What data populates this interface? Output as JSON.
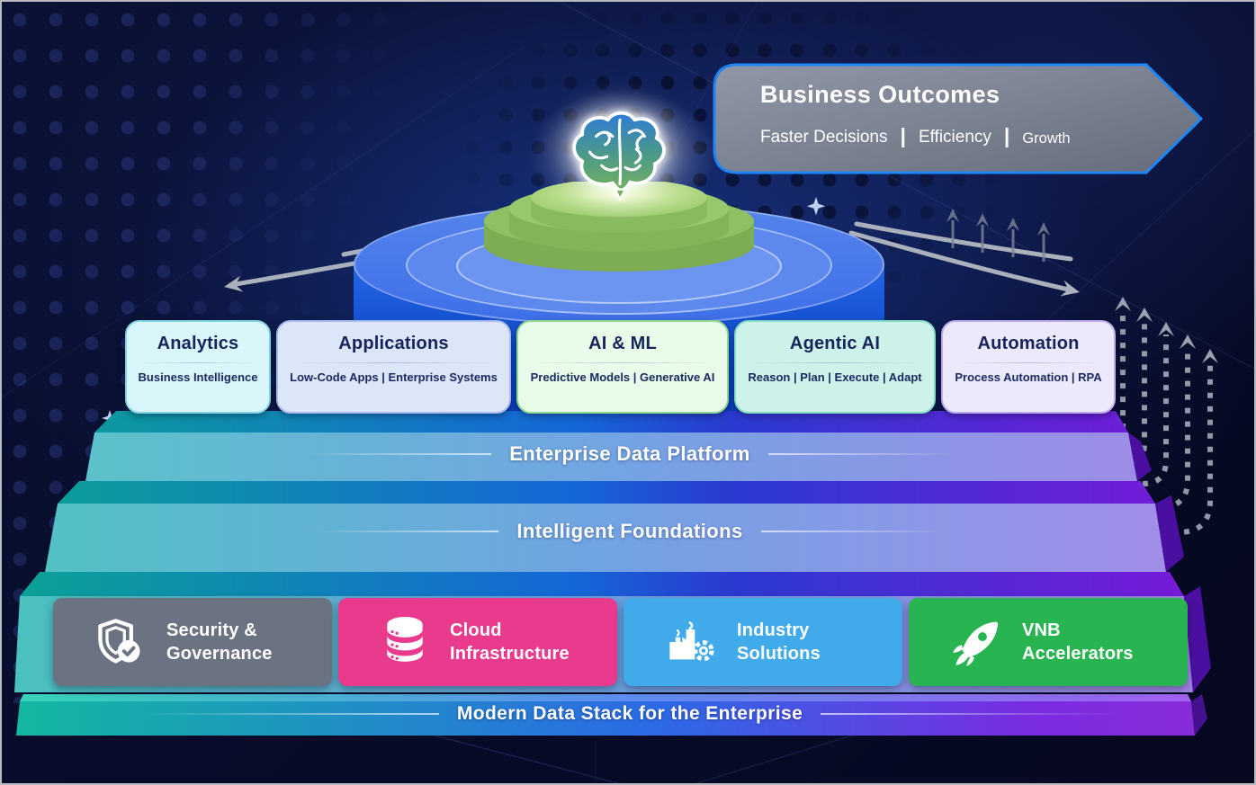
{
  "banner": {
    "title": "Business Outcomes",
    "separator": "|",
    "items": [
      "Faster Decisions",
      "Efficiency",
      "Growth"
    ],
    "border_color": "#1e86f5",
    "fill_color": "#8f95a3"
  },
  "brain": {
    "icon": "brain-icon"
  },
  "cards": [
    {
      "title": "Analytics",
      "subtitle": "Business Intelligence",
      "bg": "#d9f6fb",
      "border": "#82d3e2"
    },
    {
      "title": "Applications",
      "subtitle": "Low-Code Apps | Enterprise Systems",
      "bg": "#dce6f9",
      "border": "#a9bbee"
    },
    {
      "title": "AI & ML",
      "subtitle": "Predictive Models | Generative AI",
      "bg": "#e9fbe9",
      "border": "#8ed98e"
    },
    {
      "title": "Agentic AI",
      "subtitle": "Reason | Plan | Execute | Adapt",
      "bg": "#cdf2ea",
      "border": "#82d9c5"
    },
    {
      "title": "Automation",
      "subtitle": "Process Automation | RPA",
      "bg": "#ede9fc",
      "border": "#bcabea"
    }
  ],
  "layers": {
    "platform_label": "Enterprise Data Platform",
    "foundations_label": "Intelligent Foundations",
    "baseline_label": "Modern Data Stack for the Enterprise"
  },
  "foundation_boxes": [
    {
      "line1": "Security &",
      "line2": "Governance",
      "bg": "#6b7383",
      "icon": "shield-check-icon"
    },
    {
      "line1": "Cloud",
      "line2": "Infrastructure",
      "bg": "#e93a8e",
      "icon": "database-icon"
    },
    {
      "line1": "Industry",
      "line2": "Solutions",
      "bg": "#41aaeb",
      "icon": "factory-icon"
    },
    {
      "line1": "VNB",
      "line2": "Accelerators",
      "bg": "#28b551",
      "icon": "rocket-icon"
    }
  ],
  "colors": {
    "gradient_left": "#14b8a6",
    "gradient_mid": "#2563eb",
    "gradient_right": "#8b5cf6",
    "arrow_gray": "#9aa1ae"
  }
}
